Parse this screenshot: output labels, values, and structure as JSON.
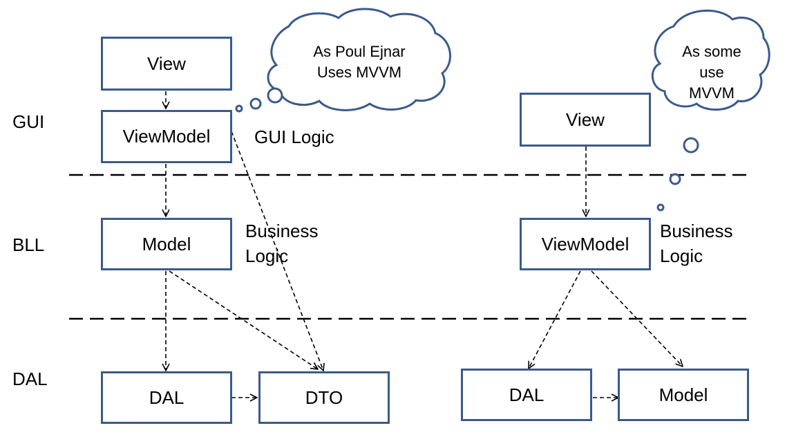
{
  "colors": {
    "box_border": "#3a5a8c",
    "arrow": "#000000",
    "cloud_border": "#3a5a8c"
  },
  "layers": {
    "gui": "GUI",
    "bll": "BLL",
    "dal": "DAL"
  },
  "left": {
    "view": "View",
    "viewmodel": "ViewModel",
    "model": "Model",
    "dal": "DAL",
    "dto": "DTO",
    "gui_logic": "GUI Logic",
    "business_logic": [
      "Business",
      "Logic"
    ],
    "cloud": [
      "As Poul Ejnar",
      "Uses MVVM"
    ]
  },
  "right": {
    "view": "View",
    "viewmodel": "ViewModel",
    "dal": "DAL",
    "model": "Model",
    "business_logic": [
      "Business",
      "Logic"
    ],
    "cloud": [
      "As some",
      "use",
      "MVVM"
    ]
  }
}
